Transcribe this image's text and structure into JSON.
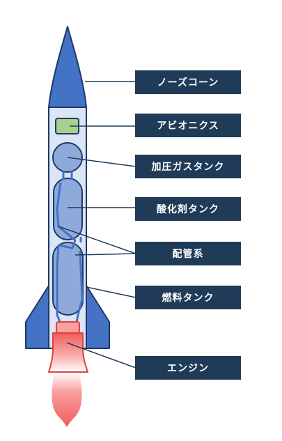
{
  "labels": {
    "nose_cone": "ノーズコーン",
    "avionics": "アビオニクス",
    "pressurant_tank": "加圧ガスタンク",
    "oxidizer_tank": "酸化剤タンク",
    "plumbing": "配管系",
    "fuel_tank": "燃料タンク",
    "engine": "エンジン"
  },
  "colors": {
    "rocket_blue": "#4472c4",
    "body_fill": "#dbe5f5",
    "tank_fill": "#8eaadb",
    "avionics_green": "#a9d18e",
    "engine_red": "#f25c5c",
    "label_bg": "#1f3b57",
    "outline": "#1f3864"
  }
}
